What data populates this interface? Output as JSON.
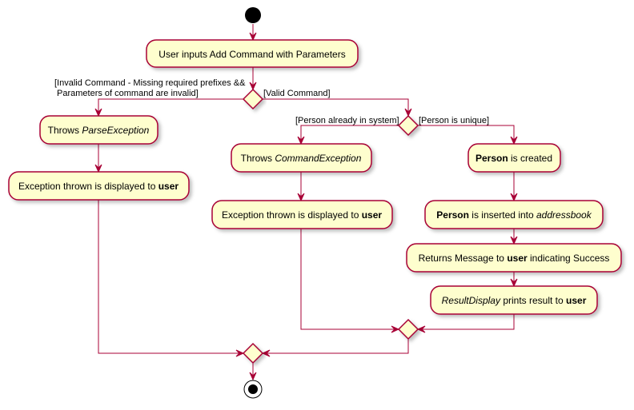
{
  "nodes": {
    "user_inputs": "User inputs Add Command with Parameters",
    "throws_parse": {
      "prefix": "Throws ",
      "emph": "ParseException"
    },
    "exception_displayed_left": {
      "prefix": "Exception thrown is displayed to ",
      "bold": "user"
    },
    "throws_command": {
      "prefix": "Throws ",
      "emph": "CommandException"
    },
    "exception_displayed_mid": {
      "prefix": "Exception thrown is displayed to ",
      "bold": "user"
    },
    "person_created": {
      "bold": "Person",
      "suffix": " is created"
    },
    "person_inserted": {
      "bold": "Person",
      "middle": " is inserted into ",
      "emph": "addressbook"
    },
    "returns_message": {
      "prefix": "Returns Message to ",
      "bold": "user",
      "suffix": " indicating Success"
    },
    "result_display": {
      "emph": "ResultDisplay",
      "middle": " prints result to ",
      "bold": "user"
    }
  },
  "guards": {
    "invalid_line1": "[Invalid Command - Missing required prefixes &&",
    "invalid_line2": "Parameters of command are invalid]",
    "valid": "[Valid Command]",
    "person_exists": "[Person already in system]",
    "person_unique": "[Person is unique]"
  },
  "colors": {
    "node_fill": "#FEFECE",
    "node_border": "#A80036",
    "edge": "#A80036",
    "start_end": "#000000"
  }
}
